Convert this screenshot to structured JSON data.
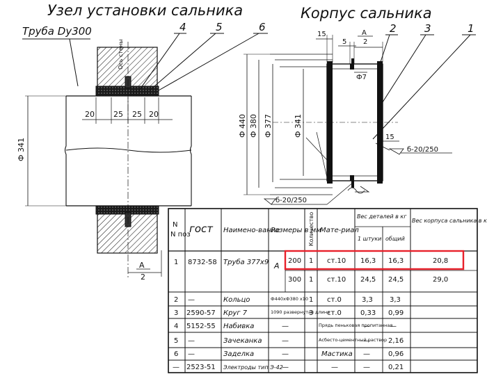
{
  "drawing": {
    "title_left": "Узел установки сальника",
    "title_right": "Корпус сальника",
    "pipe_label": "Труба Dу300",
    "wall_axis": "Ось стены",
    "callouts_left": [
      "4",
      "5",
      "6"
    ],
    "callouts_right": [
      "2",
      "3",
      "1"
    ],
    "dims_left": [
      "20",
      "25",
      "25",
      "20"
    ],
    "dia_left": "Ф 341",
    "section_mark": "А",
    "section_den": "2",
    "dims_right": {
      "d440": "Ф 440",
      "d380": "Ф 380",
      "d377": "Ф 377",
      "d341": "Ф 341",
      "top_15": "15",
      "top_5": "5",
      "sec_num": "А",
      "sec_den": "2",
      "phi7": "Ф7",
      "side_15": "15",
      "weld_right": "б-20/250",
      "weld_bottom": "б-20/250"
    }
  },
  "table": {
    "headers": {
      "pos": "N поз",
      "gost": "гост",
      "name": "Наимено-вание",
      "dims": "Размеры в мм",
      "qty": "Количество",
      "material": "Мате-риал",
      "part_weight": "Вес деталей в кг",
      "per_unit": "1 штуки",
      "total": "общий",
      "body_weight": "Вес корпуса сальника в кг"
    },
    "rows": [
      {
        "pos": "1",
        "gost": "8732-58",
        "name": "Труба 377х9",
        "dims": "А",
        "a": "200",
        "qty": "1",
        "material": "ст.10",
        "unit": "16,3",
        "total": "16,3",
        "body": "20,8"
      },
      {
        "pos": "",
        "gost": "",
        "name": "",
        "dims": "",
        "a": "300",
        "qty": "1",
        "material": "ст.10",
        "unit": "24,5",
        "total": "24,5",
        "body": "29,0"
      },
      {
        "pos": "2",
        "gost": "",
        "name": "Кольцо",
        "dims": "Ф440хФ380 х10",
        "a": "",
        "qty": "1",
        "material": "ст.0",
        "unit": "3,3",
        "total": "3,3",
        "body": ""
      },
      {
        "pos": "3",
        "gost": "2590-57",
        "name": "Круг 7",
        "dims": "1090 развернутая длина",
        "a": "",
        "qty": "3",
        "material": "ст.0",
        "unit": "0,33",
        "total": "0,99",
        "body": ""
      },
      {
        "pos": "4",
        "gost": "5152-55",
        "name": "Набивка",
        "dims": "",
        "a": "",
        "qty": "",
        "material": "Прядь пеньковая пропитанная",
        "unit": "",
        "total": "",
        "body": ""
      },
      {
        "pos": "5",
        "gost": "",
        "name": "Зачеканка",
        "dims": "",
        "a": "",
        "qty": "",
        "material": "Асбесто-цементный раствор",
        "unit": "",
        "total": "2,16",
        "body": ""
      },
      {
        "pos": "6",
        "gost": "",
        "name": "Заделка",
        "dims": "",
        "a": "",
        "qty": "",
        "material": "Мастика",
        "unit": "",
        "total": "0,96",
        "body": ""
      },
      {
        "pos": "—",
        "gost": "2523-51",
        "name": "Электроды тип Э-42",
        "dims": "",
        "a": "",
        "qty": "",
        "material": "",
        "unit": "",
        "total": "0,21",
        "body": ""
      }
    ],
    "dash": "—",
    "highlight_color": "#e8202a"
  }
}
